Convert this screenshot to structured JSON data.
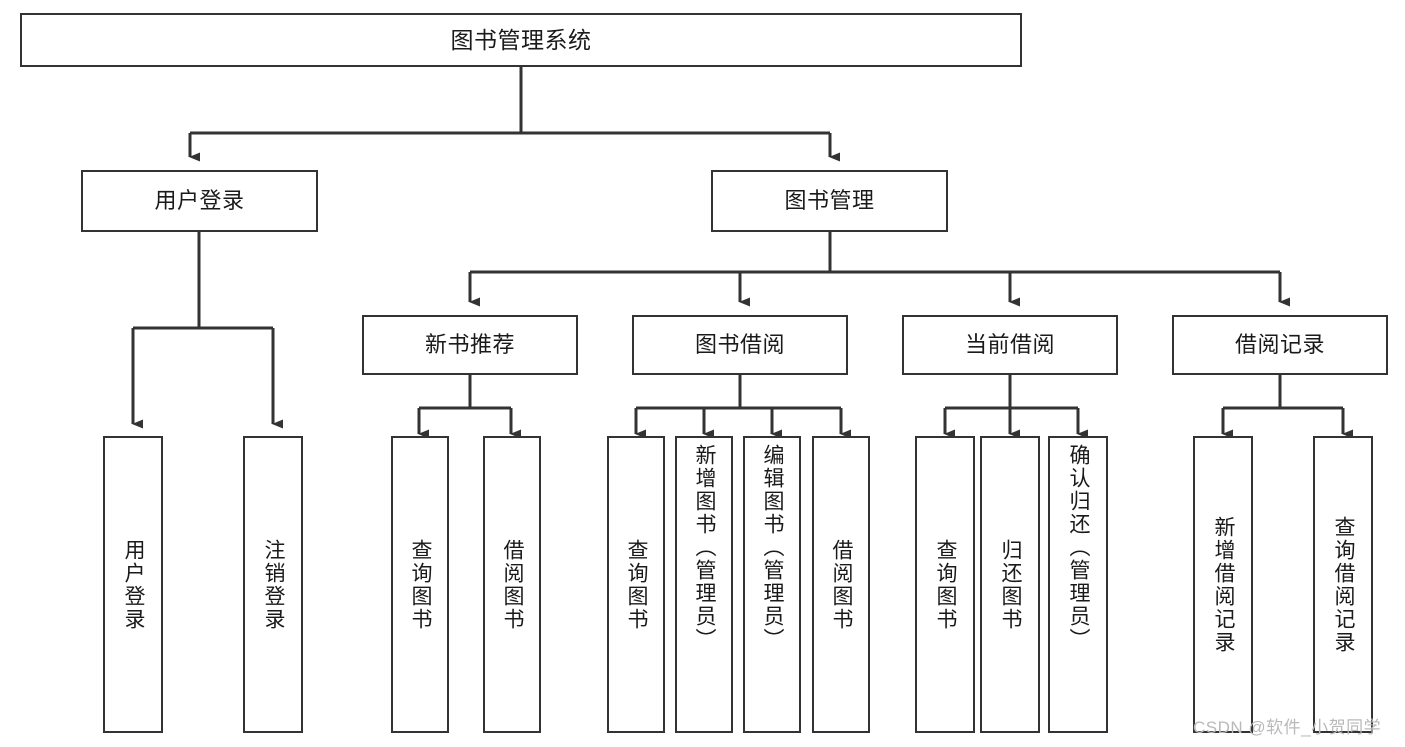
{
  "diagram": {
    "title": "图书管理系统",
    "type": "tree-hierarchy-diagram",
    "colors": {
      "box_border": "#333333",
      "box_fill": "#ffffff",
      "connector": "#333333",
      "text": "#1a1a1a",
      "watermark": "#b9b9b9",
      "background": "#ffffff"
    },
    "nodes": {
      "root": {
        "label": "图书管理系统"
      },
      "level2": [
        {
          "label": "用户登录"
        },
        {
          "label": "图书管理"
        }
      ],
      "level3": [
        {
          "label": "新书推荐"
        },
        {
          "label": "图书借阅"
        },
        {
          "label": "当前借阅"
        },
        {
          "label": "借阅记录"
        }
      ],
      "leaves_user_login": [
        {
          "label": "用户登录"
        },
        {
          "label": "注销登录"
        }
      ],
      "leaves_new_book": [
        {
          "label": "查询图书"
        },
        {
          "label": "借阅图书"
        }
      ],
      "leaves_borrow": [
        {
          "label": "查询图书"
        },
        {
          "label": "新增图书（管理员）"
        },
        {
          "label": "编辑图书（管理员）"
        },
        {
          "label": "借阅图书"
        }
      ],
      "leaves_current": [
        {
          "label": "查询图书"
        },
        {
          "label": "归还图书"
        },
        {
          "label": "确认归还（管理员）"
        }
      ],
      "leaves_records": [
        {
          "label": "新增借阅记录"
        },
        {
          "label": "查询借阅记录"
        }
      ]
    },
    "watermark": "CSDN @软件_小贺同学"
  }
}
